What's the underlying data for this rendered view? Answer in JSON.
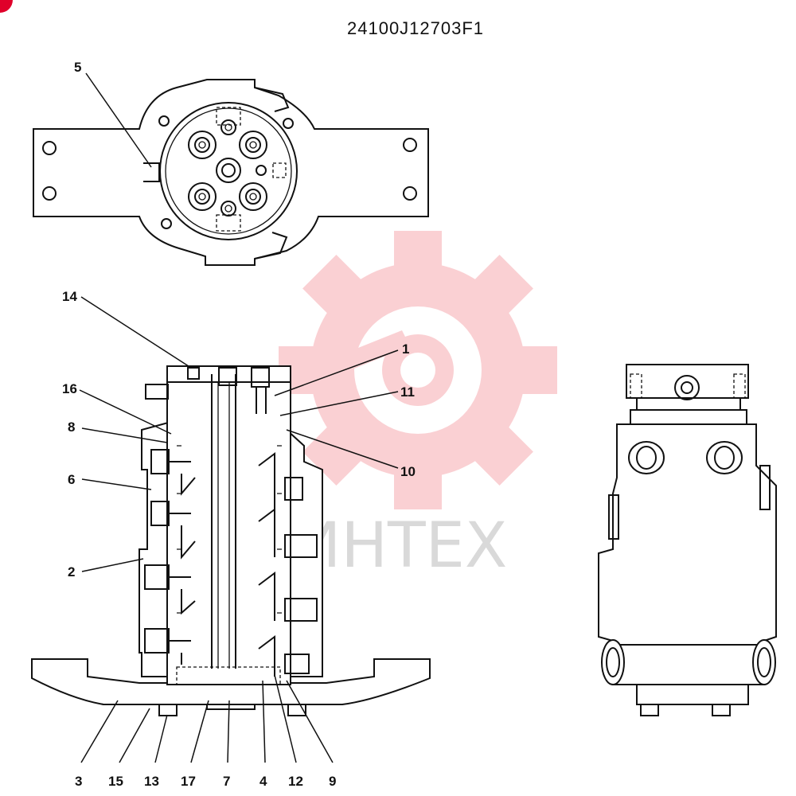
{
  "drawing_number": "24100J12703F1",
  "watermark_text": "ИНТЕХ",
  "colors": {
    "watermark": "#f05a64",
    "line": "#111111",
    "badge": "#e0002a"
  },
  "callouts": [
    {
      "label": "5"
    },
    {
      "label": "14"
    },
    {
      "label": "1"
    },
    {
      "label": "16"
    },
    {
      "label": "11"
    },
    {
      "label": "8"
    },
    {
      "label": "10"
    },
    {
      "label": "6"
    },
    {
      "label": "2"
    },
    {
      "label": "3"
    },
    {
      "label": "15"
    },
    {
      "label": "13"
    },
    {
      "label": "17"
    },
    {
      "label": "7"
    },
    {
      "label": "4"
    },
    {
      "label": "12"
    },
    {
      "label": "9"
    }
  ]
}
